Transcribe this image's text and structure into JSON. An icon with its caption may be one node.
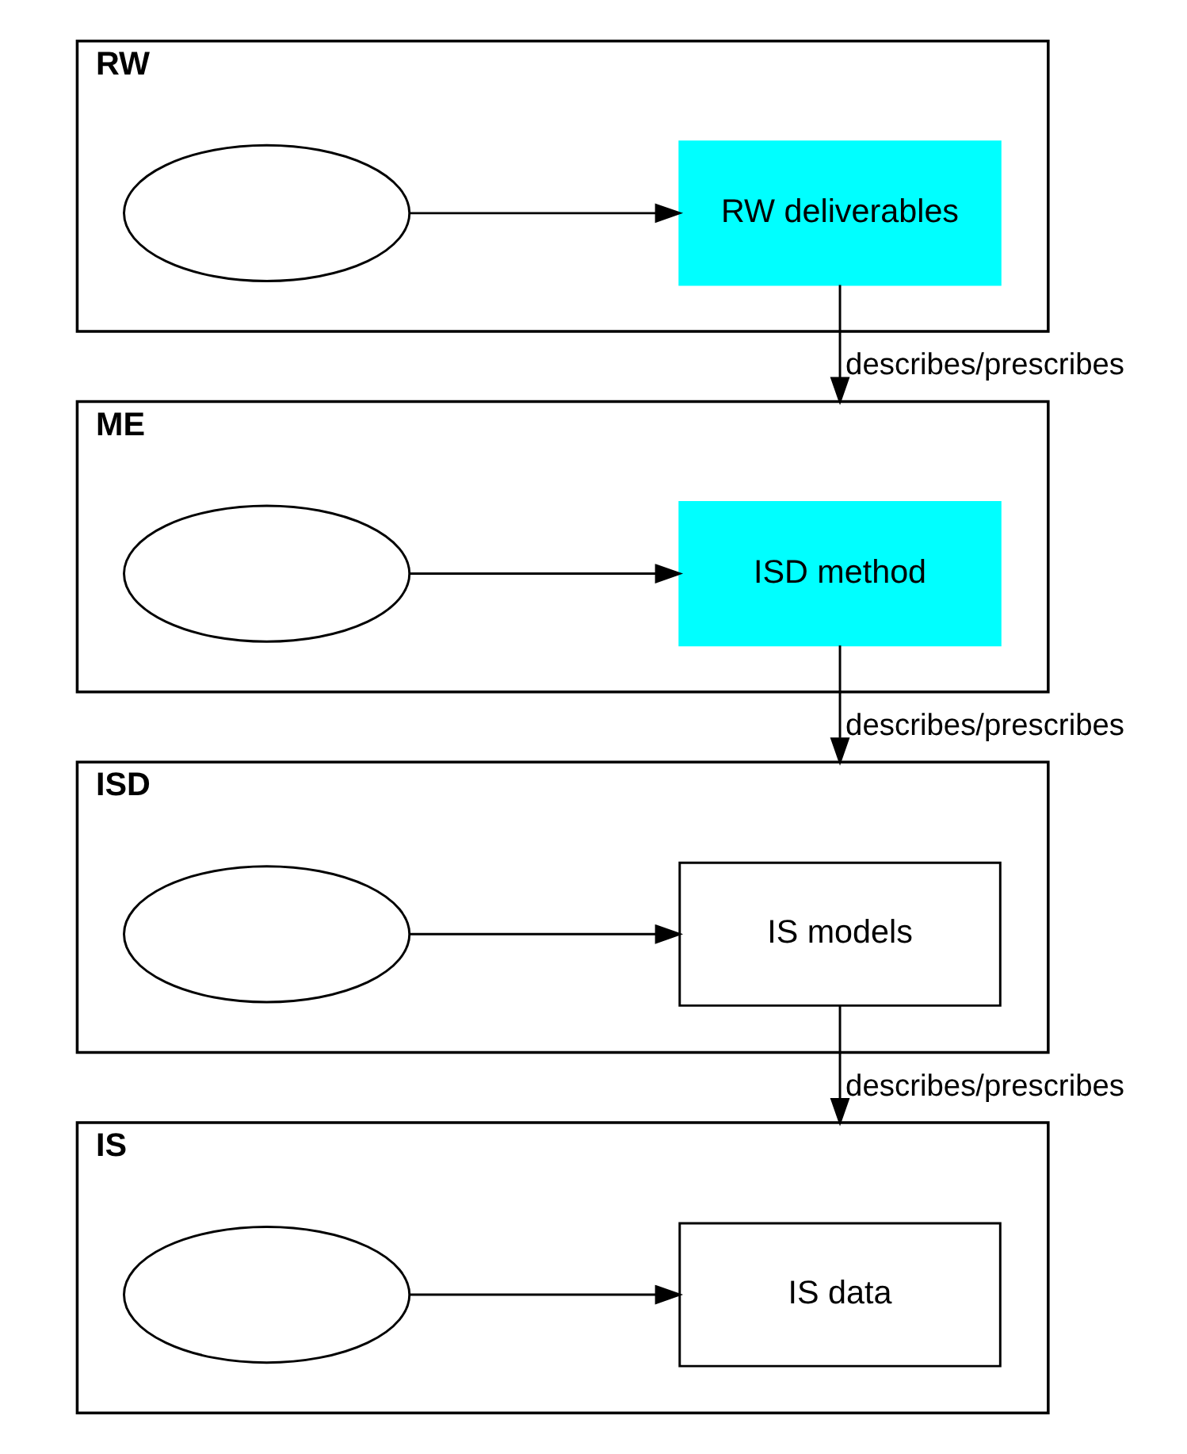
{
  "diagram": {
    "nodes": [
      {
        "text": [
          "RW"
        ]
      },
      {
        "text": [],
        "shape": "ellipse",
        "in": 0
      },
      {
        "text": [
          "RW deliverables"
        ],
        "in": 0
      },
      {
        "text": [
          "ME"
        ]
      },
      {
        "text": [],
        "shape": "ellipse",
        "in": 3
      },
      {
        "text": [
          "ISD method"
        ],
        "in": 3
      },
      {
        "text": [
          "ISD"
        ]
      },
      {
        "text": [],
        "shape": "ellipse",
        "in": 6
      },
      {
        "text": [
          "IS models"
        ],
        "in": 6
      },
      {
        "text": [
          "IS"
        ]
      },
      {
        "text": [],
        "shape": "ellipse",
        "in": 9
      },
      {
        "text": [
          "IS data"
        ],
        "in": 9
      }
    ],
    "edges": [
      {
        "from": 1,
        "to": 2,
        "arrow": "to"
      },
      {
        "from": 2,
        "to": 3,
        "arrow": "to",
        "label": "describes/prescribes"
      },
      {
        "from": 4,
        "to": 5,
        "arrow": "to"
      },
      {
        "from": 5,
        "to": 6,
        "arrow": "to",
        "label": "describes/prescribes"
      },
      {
        "from": 7,
        "to": 8,
        "arrow": "to"
      },
      {
        "from": 8,
        "to": 9,
        "arrow": "to",
        "label": "describes/prescribes"
      },
      {
        "from": 10,
        "to": 11,
        "arrow": "to"
      }
    ]
  }
}
